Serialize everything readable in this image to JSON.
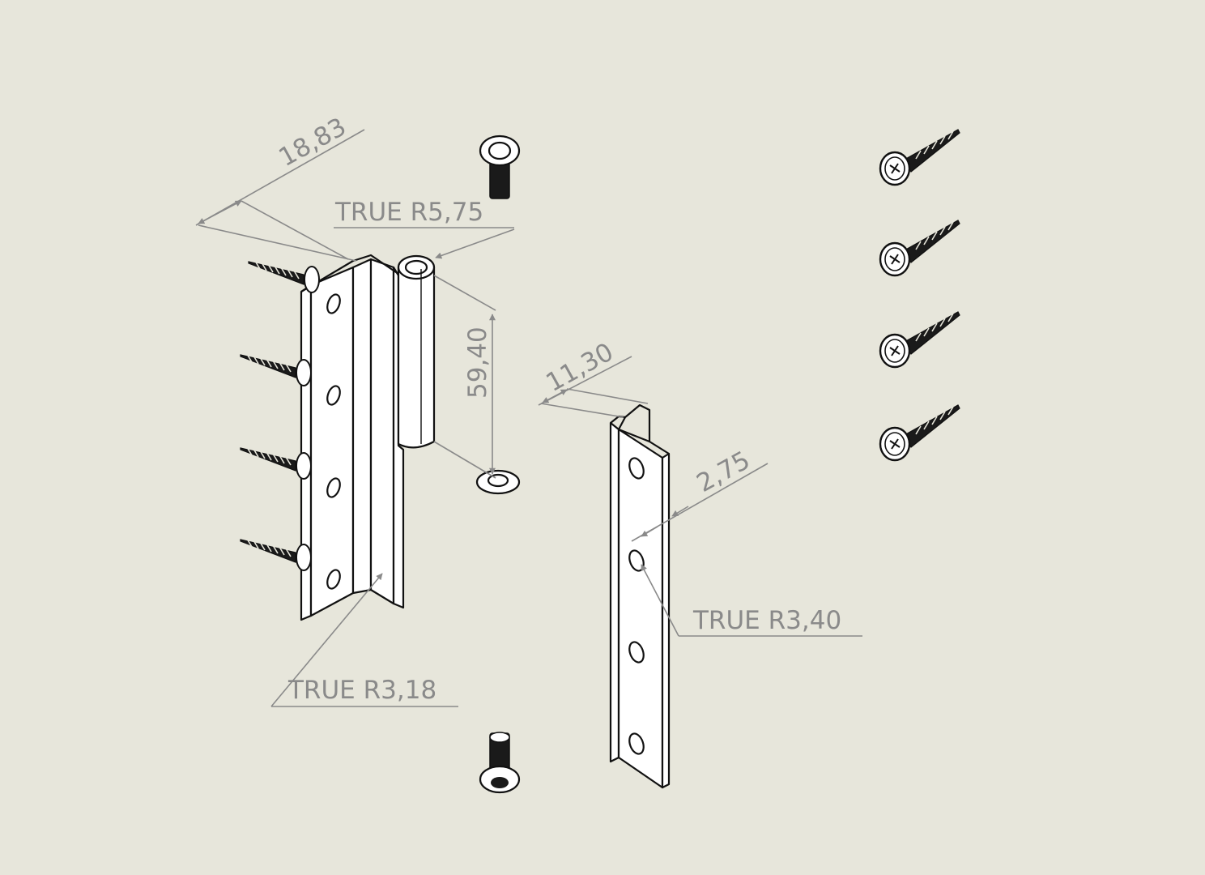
{
  "drawing": {
    "background": "#e7e6db",
    "line_color": "#111111",
    "dimension_color": "#8a8a8a",
    "dimensions": {
      "width_18_83": "18,83",
      "radius_5_75": "TRUE R5,75",
      "length_59_40": "59,40",
      "width_11_30": "11,30",
      "thickness_2_75": "2,75",
      "radius_3_40": "TRUE R3,40",
      "radius_3_18": "TRUE R3,18"
    }
  }
}
